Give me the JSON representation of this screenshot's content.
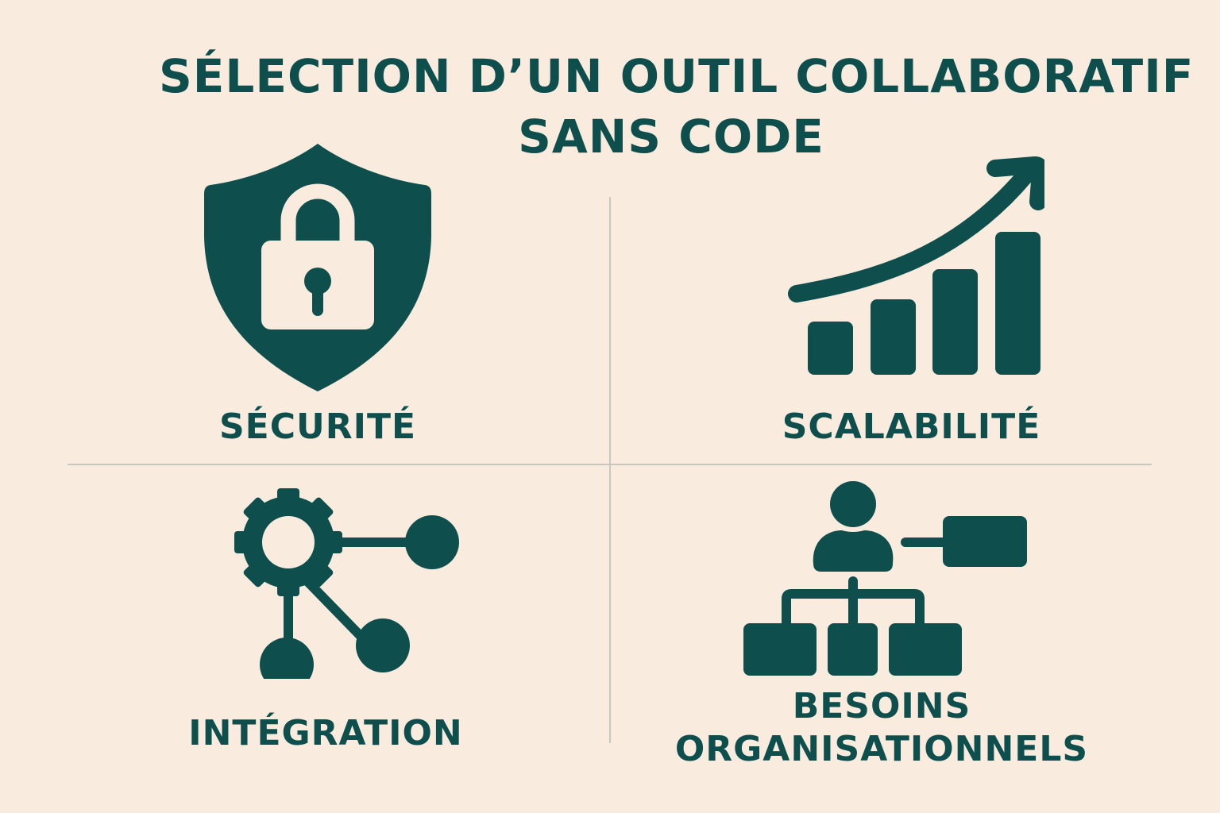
{
  "title": {
    "line1": "SÉLECTION D’UN OUTIL COLLABORATIF",
    "line2": "SANS CODE"
  },
  "colors": {
    "background": "#f9ecdf",
    "primary": "#0e4f4d",
    "divider": "#c9c6c0"
  },
  "quadrants": [
    {
      "id": "securite",
      "label": "SÉCURITÉ",
      "icon": "shield-lock-icon"
    },
    {
      "id": "scalabilite",
      "label": "SCALABILITÉ",
      "icon": "growth-chart-icon"
    },
    {
      "id": "integration",
      "label": "INTÉGRATION",
      "icon": "gear-network-icon"
    },
    {
      "id": "besoins",
      "label_line1": "BESOINS",
      "label_line2": "ORGANISATIONNELS",
      "icon": "org-chart-icon"
    }
  ]
}
